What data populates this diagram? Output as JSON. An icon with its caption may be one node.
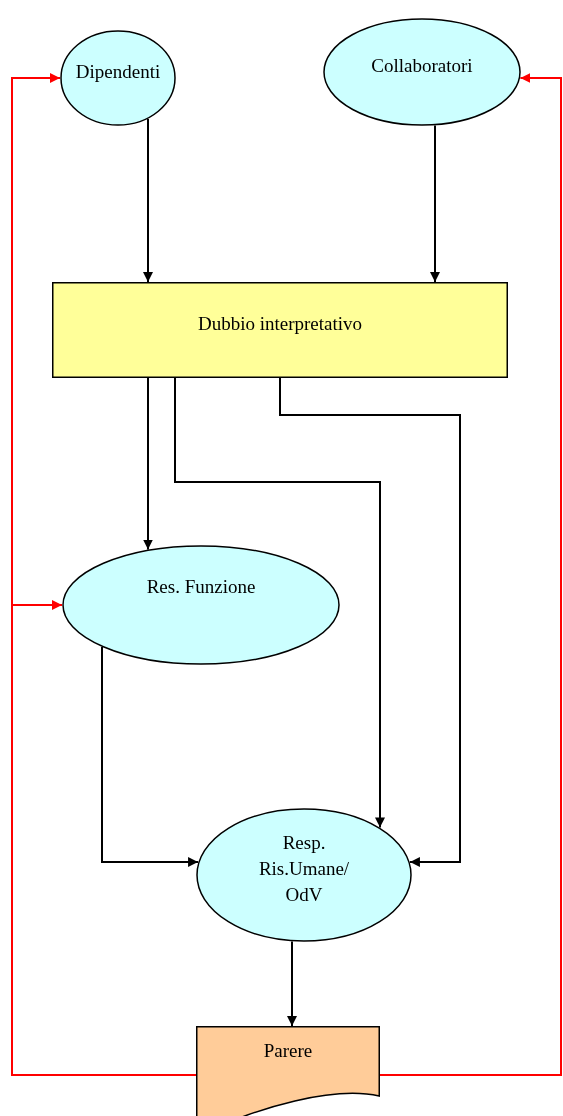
{
  "diagram": {
    "nodes": [
      {
        "text": [
          "Dipendenti"
        ]
      },
      {
        "text": [
          "Collaboratori"
        ]
      },
      {
        "text": [
          "Dubbio interpretativo"
        ]
      },
      {
        "text": [
          "Res. Funzione"
        ]
      },
      {
        "text": [
          "Resp. Ris.Umane/ OdV"
        ]
      },
      {
        "text": [
          "Parere"
        ]
      }
    ],
    "edges": [
      {
        "from": 0,
        "to": 2,
        "arrow": "to"
      },
      {
        "from": 1,
        "to": 2,
        "arrow": "to"
      },
      {
        "from": 2,
        "to": 3,
        "arrow": "to"
      },
      {
        "from": 2,
        "to": 4,
        "arrow": "to"
      },
      {
        "from": 2,
        "to": 4,
        "arrow": "to"
      },
      {
        "from": 3,
        "to": 4,
        "arrow": "to"
      },
      {
        "from": 4,
        "to": 5,
        "arrow": "to"
      },
      {
        "from": 5,
        "to": 0,
        "arrow": "to",
        "color": "#ff0000"
      },
      {
        "from": 5,
        "to": 3,
        "arrow": "to",
        "color": "#ff0000"
      },
      {
        "from": 5,
        "to": 1,
        "arrow": "to",
        "color": "#ff0000"
      }
    ]
  }
}
